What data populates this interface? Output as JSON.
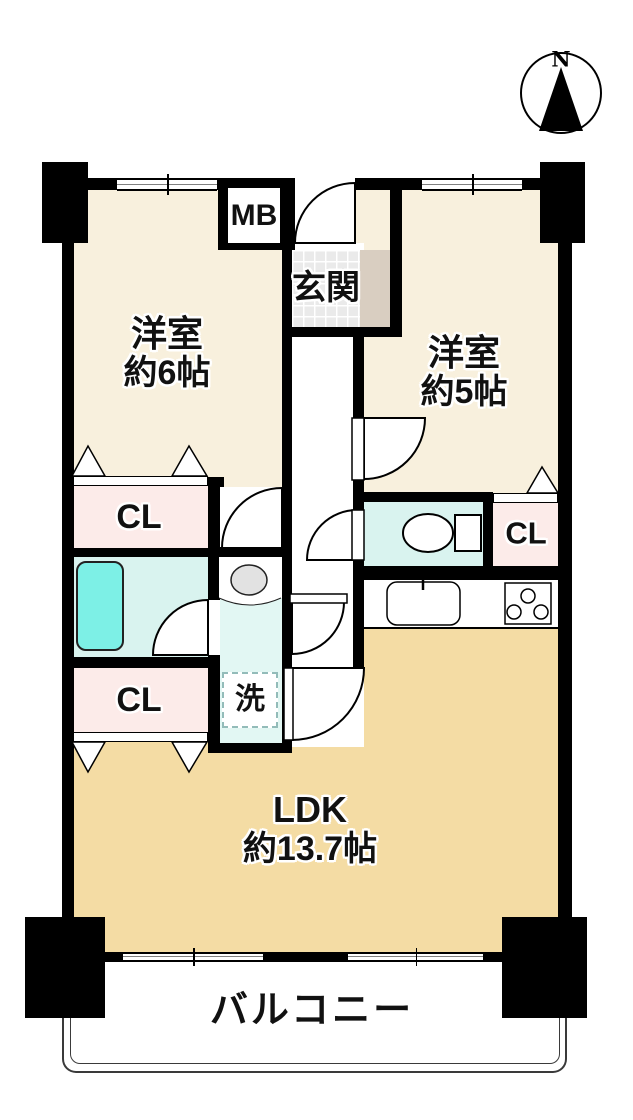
{
  "compass": {
    "north_label": "N"
  },
  "rooms": {
    "room6": {
      "name": "洋室",
      "size": "約6帖"
    },
    "room5": {
      "name": "洋室",
      "size": "約5帖"
    },
    "ldk": {
      "name": "LDK",
      "size": "約13.7帖"
    },
    "genkan": {
      "label": "玄関"
    },
    "meter_box": {
      "label": "MB"
    },
    "closet_left_upper": {
      "label": "CL"
    },
    "closet_left_lower": {
      "label": "CL"
    },
    "closet_right": {
      "label": "CL"
    },
    "laundry": {
      "label": "洗"
    },
    "balcony": {
      "label": "バルコニー"
    }
  },
  "colors": {
    "wall": "#000000",
    "room": "#f8f0dd",
    "ldk": "#f4dca4",
    "closet": "#fcebe9",
    "wet_area": "#d9f3ef",
    "washroom": "#e2f7f3",
    "bathtub": "#7df0e6",
    "genkan_tile": "#eaeaea",
    "genkan_step": "#d9cec1"
  }
}
